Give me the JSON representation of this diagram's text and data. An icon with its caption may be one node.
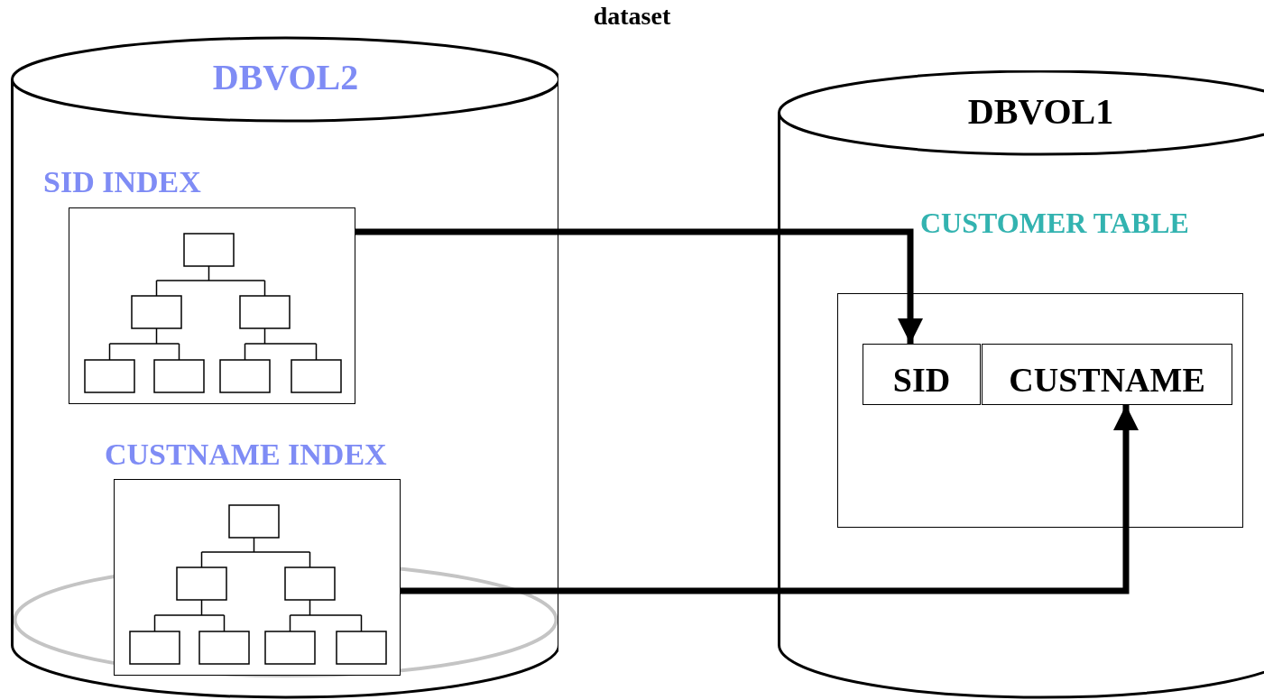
{
  "diagram": {
    "title": "dataset",
    "nodes": [
      {
        "text": [
          "DBVOL2"
        ]
      },
      {
        "text": [
          "SID INDEX"
        ],
        "in": 0
      },
      {
        "text": [
          "CUSTNAME INDEX"
        ],
        "in": 0
      },
      {
        "text": [
          "DBVOL1"
        ]
      },
      {
        "text": [
          "CUSTOMER TABLE"
        ],
        "in": 3
      },
      {
        "text": [
          "SID"
        ],
        "in": 4
      },
      {
        "text": [
          "CUSTNAME"
        ],
        "in": 4
      }
    ],
    "edges": [
      {
        "from": 1,
        "to": 5,
        "arrow": "to"
      },
      {
        "from": 2,
        "to": 6,
        "arrow": "to"
      }
    ]
  }
}
